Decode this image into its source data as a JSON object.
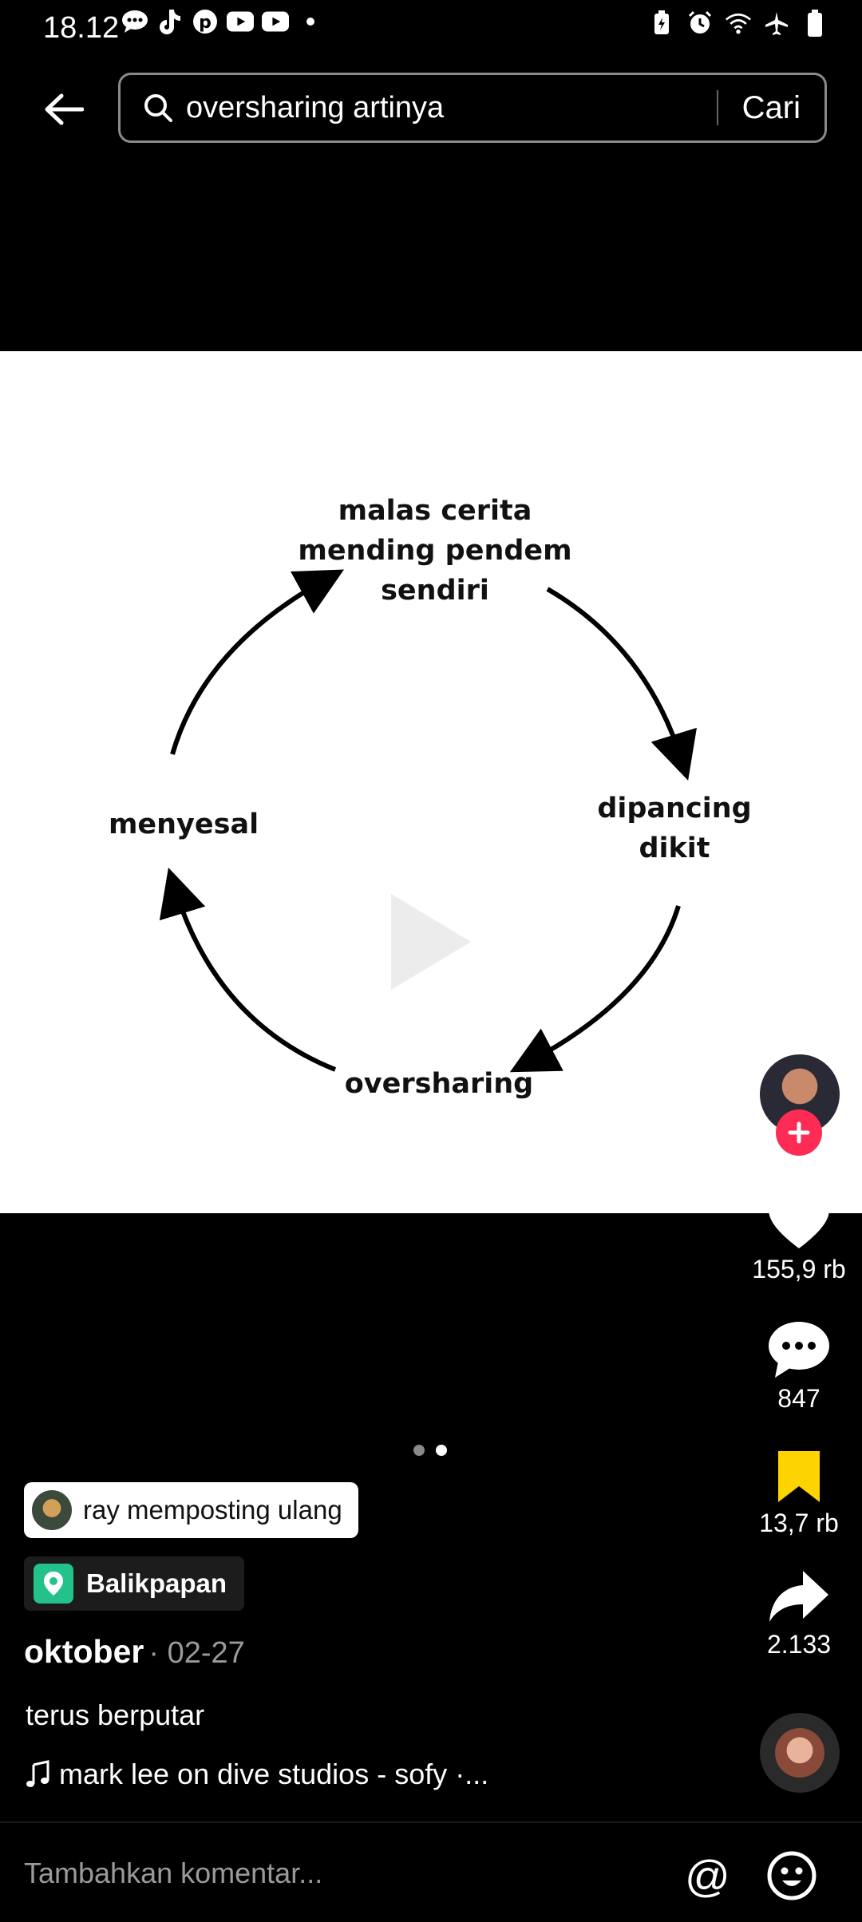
{
  "status_bar": {
    "time": "18.12",
    "left_icons": [
      "chat-bubble-icon",
      "tiktok-icon",
      "pinterest-icon",
      "youtube-icon",
      "youtube-icon",
      "dot-icon"
    ],
    "right_icons": [
      "battery-saver-icon",
      "alarm-icon",
      "wifi-icon",
      "airplane-icon",
      "battery-icon"
    ]
  },
  "header": {
    "back_icon": "arrow-left-icon",
    "search_icon": "search-icon",
    "search_query": "oversharing artinya",
    "search_button": "Cari"
  },
  "video": {
    "cycle_labels": {
      "top": "malas cerita\nmending pendem\nsendiri",
      "right": "dipancing\ndikit",
      "bottom": "oversharing",
      "left": "menyesal"
    },
    "play_icon": "play-icon"
  },
  "actions": {
    "like_count": "155,9 rb",
    "comment_count": "847",
    "save_count": "13,7 rb",
    "share_count": "2.133",
    "colors": {
      "follow": "#fe2c55",
      "saved": "#fdd400"
    }
  },
  "pagination": {
    "total": 2,
    "active": 2
  },
  "post": {
    "repost_label": "ray memposting ulang",
    "location": "Balikpapan",
    "author": "oktober",
    "date": " · 02-27",
    "caption": "terus berputar",
    "music": "mark lee on dive studios - sofy ·..."
  },
  "comment_bar": {
    "placeholder": "Tambahkan komentar...",
    "at_symbol": "@"
  }
}
